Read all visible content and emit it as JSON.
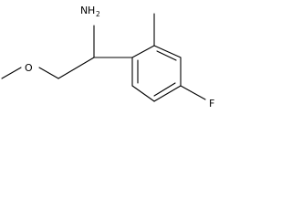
{
  "structure": {
    "atom_labels": {
      "amine_N": "N",
      "amine_H": "H",
      "amine_H_count": "2",
      "ether_O": "O",
      "fluorine": "F"
    }
  }
}
